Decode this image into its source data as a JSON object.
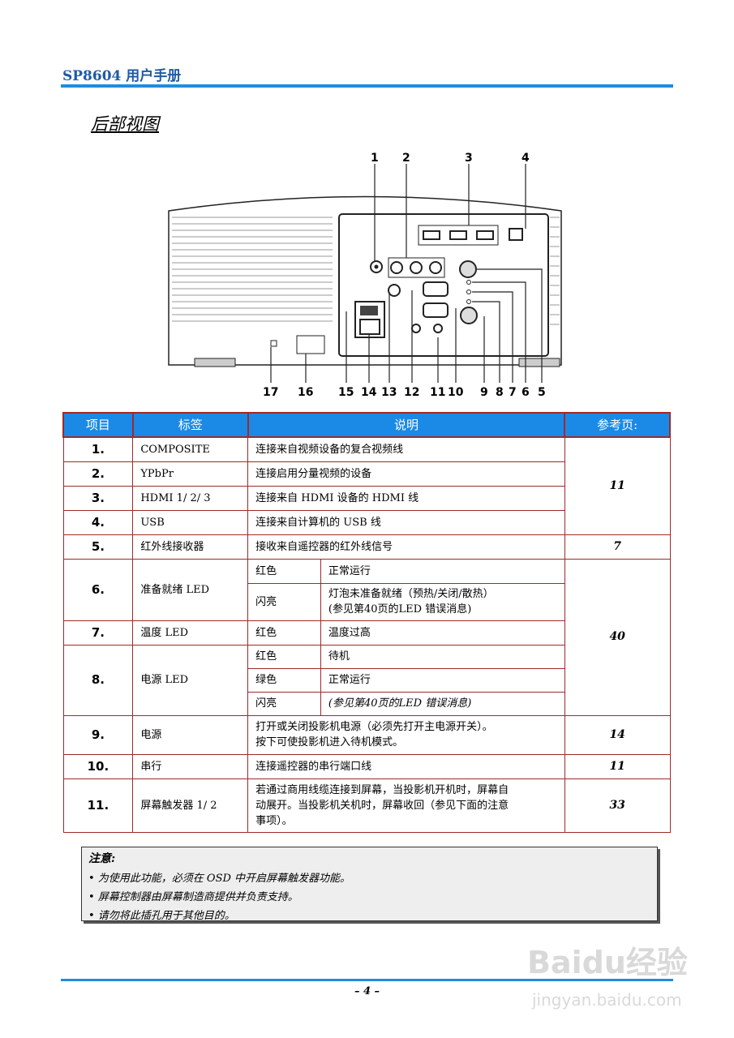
{
  "header": {
    "title": "SP8604 用户手册"
  },
  "section": {
    "title": "后部视图"
  },
  "diagram": {
    "callouts_top": [
      "1",
      "2",
      "3",
      "4"
    ],
    "callouts_bottom": [
      "17",
      "16",
      "15",
      "14",
      "13",
      "12",
      "11",
      "10",
      "9",
      "8",
      "7",
      "6",
      "5"
    ]
  },
  "table": {
    "headers": [
      "项目",
      "标签",
      "说明",
      "参考页:"
    ],
    "rows": [
      {
        "num": "1.",
        "label": "COMPOSITE",
        "desc": "连接来自视频设备的复合视频线"
      },
      {
        "num": "2.",
        "label": "YPbPr",
        "desc": "连接启用分量视频的设备"
      },
      {
        "num": "3.",
        "label": "HDMI 1/ 2/ 3",
        "desc": "连接来自 HDMI 设备的 HDMI 线"
      },
      {
        "num": "4.",
        "label": "USB",
        "desc": "连接来自计算机的 USB 线"
      },
      {
        "num": "5.",
        "label": "红外线接收器",
        "desc": "接收来自遥控器的红外线信号",
        "page": "7"
      },
      {
        "num": "6.",
        "label": "准备就绪 LED",
        "sub": [
          {
            "state": "红色",
            "text": "正常运行"
          },
          {
            "state": "闪亮",
            "text": "灯泡未准备就绪（预热/关闭/散热）",
            "text2": "(参见第40页的LED 错误消息)"
          }
        ]
      },
      {
        "num": "7.",
        "label": "温度 LED",
        "sub": [
          {
            "state": "红色",
            "text": "温度过高"
          }
        ]
      },
      {
        "num": "8.",
        "label": "电源 LED",
        "sub": [
          {
            "state": "红色",
            "text": "待机"
          },
          {
            "state": "绿色",
            "text": "正常运行"
          },
          {
            "state": "闪亮",
            "text": "(参见第40页的LED 错误消息)"
          }
        ]
      },
      {
        "num": "9.",
        "label": "电源",
        "desc": "打开或关闭投影机电源（必须先打开主电源开关）。",
        "desc2": "按下可使投影机进入待机模式。",
        "page": "14"
      },
      {
        "num": "10.",
        "label": "串行",
        "desc": "连接遥控器的串行端口线",
        "page": "11"
      },
      {
        "num": "11.",
        "label": "屏幕触发器 1/ 2",
        "desc": "若通过商用线缆连接到屏幕，当投影机开机时，屏幕自",
        "desc2": "动展开。当投影机关机时，屏幕收回（参见下面的注意",
        "desc3": "事项）。",
        "page": "33"
      }
    ],
    "page_group_1_4": "11",
    "page_group_6_8": "40"
  },
  "note": {
    "title": "注意:",
    "lines": [
      "• 为使用此功能，必须在 OSD 中开启屏幕触发器功能。",
      "• 屏幕控制器由屏幕制造商提供并负责支持。",
      "• 请勿将此插孔用于其他目的。"
    ]
  },
  "footer": {
    "page": "– 4 –"
  },
  "watermark": {
    "text1": "Baidu经验",
    "text2": "jingyan.baidu.com"
  }
}
